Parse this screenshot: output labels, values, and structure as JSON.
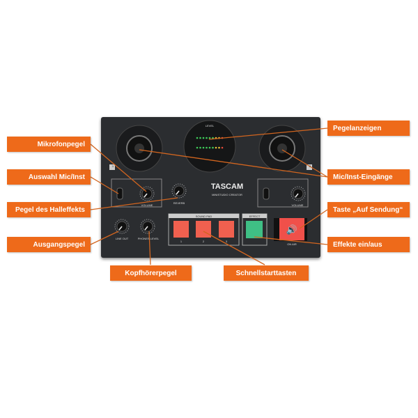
{
  "device": {
    "brand": "TASCAM",
    "model": "MINISTUDIO CREATOR",
    "meter_label": "LEVEL",
    "channel_1": "1",
    "channel_2": "2",
    "volume_label": "VOLUME",
    "reverb_label": "REVERB",
    "line_out_label": "LINE OUT",
    "phones_label": "PHONES LEVEL",
    "sound_pad_label": "SOUND PAD",
    "pad_numbers": [
      "1",
      "2",
      "3"
    ],
    "effect_label": "EFFECT",
    "on_air_label": "ON AIR"
  },
  "callouts": {
    "mic_level": "Mikrofonpegel",
    "mic_inst_select": "Auswahl Mic/Inst",
    "reverb_level": "Pegel des Halleffekts",
    "output_level": "Ausgangspegel",
    "headphone_level": "Kopfhörerpegel",
    "quick_start": "Schnellstarttasten",
    "level_meters": "Pegelanzeigen",
    "mic_inst_inputs": "Mic/Inst-Eingänge",
    "on_air_button": "Taste „Auf Sendung“",
    "effects_toggle": "Effekte ein/aus"
  },
  "colors": {
    "accent": "#ee6a1a",
    "pad_red": "#f0604f",
    "pad_green": "#3fbf85",
    "device": "#2b2d30"
  }
}
